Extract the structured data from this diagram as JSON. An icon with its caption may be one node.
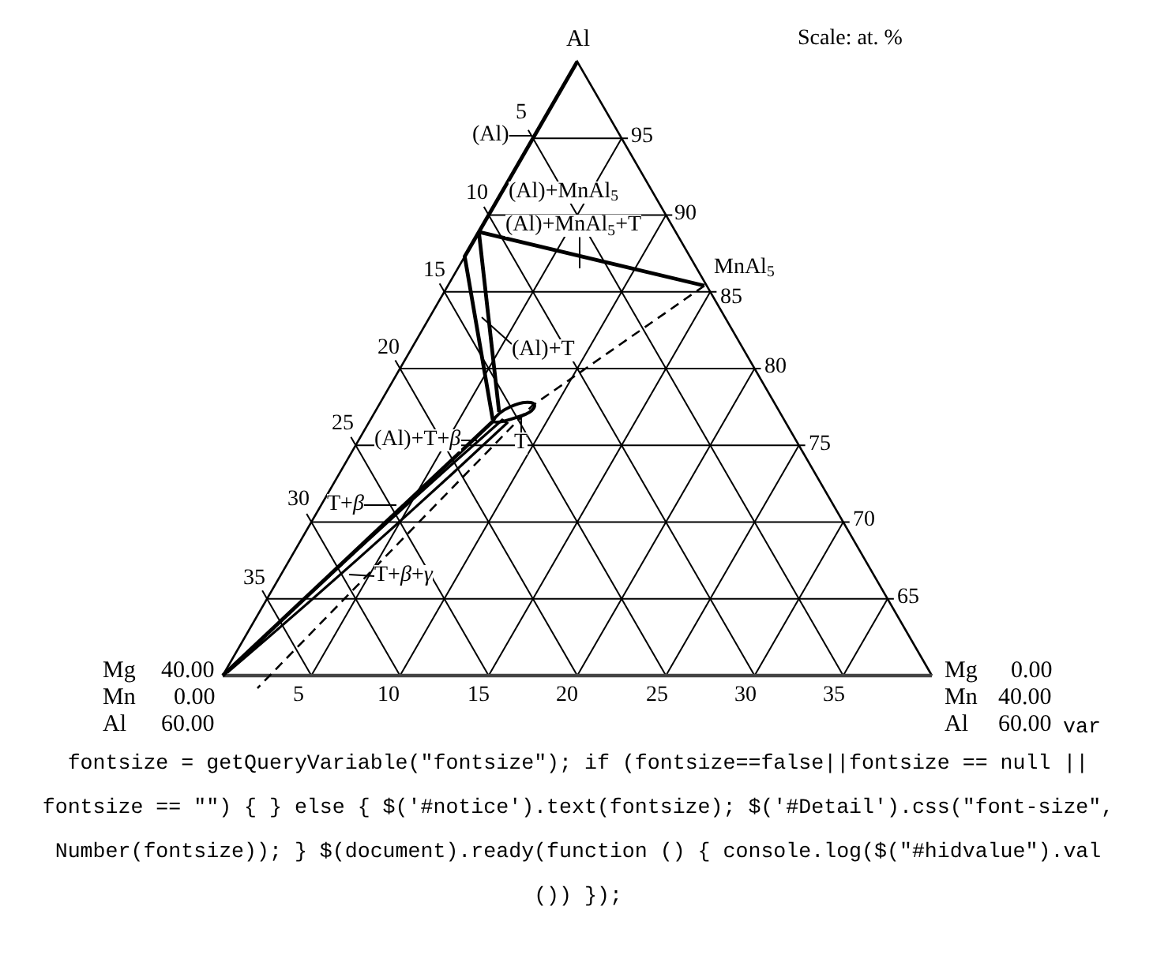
{
  "diagram": {
    "nodes": [
      {
        "text": [
          "(Al)"
        ]
      },
      {
        "text": [
          "(Al)+MnAl$_{5}$+T"
        ]
      },
      {
        "text": [
          "(Al)+T"
        ]
      },
      {
        "text": [],
        "shape": "ellipse"
      },
      {
        "text": [
          "(Al)+T+*β*"
        ]
      },
      {
        "text": [
          "T"
        ]
      },
      {
        "text": [
          "T+*β*"
        ]
      },
      {
        "text": [
          "T+*β*+*γ*"
        ]
      }
    ],
    "edges": [
      {
        "from": 0,
        "to": null,
        "arrow": "none"
      },
      {
        "from": 1,
        "to": null,
        "arrow": "none"
      },
      {
        "from": 2,
        "to": null,
        "arrow": "none"
      },
      {
        "from": 4,
        "to": null,
        "arrow": "none"
      },
      {
        "from": 5,
        "to": 3,
        "arrow": "none"
      },
      {
        "from": 6,
        "to": null,
        "arrow": "none"
      },
      {
        "from": 7,
        "to": null,
        "arrow": "none"
      }
    ],
    "labels": [
      "Al",
      "Scale: at. %",
      "5",
      "95",
      "10",
      "(Al)+MnAl$_{5}$",
      "90",
      "15",
      "MnAl$_{5}$",
      "85",
      "20",
      "80",
      "25",
      "75",
      "30",
      "70",
      "35",
      "65",
      "Mg",
      "40.00",
      "Mg",
      "0.00",
      "Mn",
      "0.00",
      "5",
      "10",
      "15",
      "20",
      "25",
      "30",
      "35",
      "Mn",
      "40.00",
      "Al",
      "60.00",
      "Al",
      "60.00",
      "var",
      "fontsize = getQueryVariable(\"fontsize\"); if (fontsize==false||fontsize == null || fontsize == \"\") { } else { $('#notice').text(fontsize); $('#Detail').css(\"font-size\", Number(fontsize)); } $(document).ready(function () { console.log($(\"#hidvalue\").val ()) });"
    ]
  }
}
